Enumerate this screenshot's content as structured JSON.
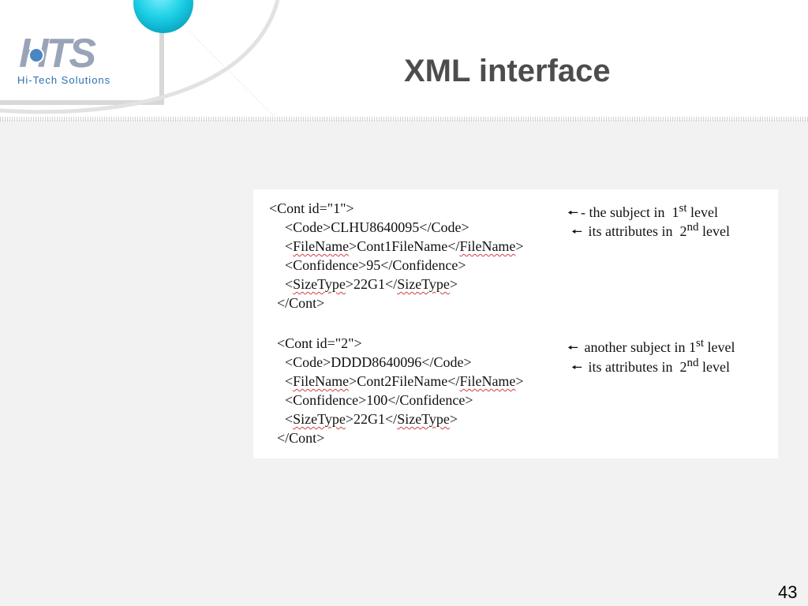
{
  "header": {
    "logo_text": "HTS",
    "logo_tagline": "Hi-Tech Solutions",
    "title": "XML interface"
  },
  "xml_block": {
    "first": {
      "open_prefix": "<Cont id=\"1\">",
      "code_line": "<Code>CLHU8640095</Code>",
      "filename_pre": "<",
      "filename_tag": "FileName",
      "filename_mid": ">Cont1FileName</",
      "filename_tag_close": "FileName",
      "filename_end": ">",
      "confidence_line": "<Confidence>95</Confidence>",
      "sizetype_pre": "<",
      "sizetype_tag": "SizeType",
      "sizetype_mid": ">22G1</",
      "sizetype_tag_close": "SizeType",
      "sizetype_end": ">",
      "close_line": "</Cont>"
    },
    "second": {
      "open_prefix": "<Cont id=\"2\">",
      "code_line": "<Code>DDDD8640096</Code>",
      "filename_pre": "<",
      "filename_tag": "FileName",
      "filename_mid": ">Cont2FileName</",
      "filename_tag_close": "FileName",
      "filename_end": ">",
      "confidence_line": "<Confidence>100</Confidence>",
      "sizetype_pre": "<",
      "sizetype_tag": "SizeType",
      "sizetype_mid": ">22G1</",
      "sizetype_tag_close": "SizeType",
      "sizetype_end": ">",
      "close_line": "</Cont>"
    }
  },
  "notes": {
    "n1_text": "- the subject in  1",
    "n1_sup": "st",
    "n1_tail": " level",
    "n2_text": "its attributes in  2",
    "n2_sup": "nd",
    "n2_tail": " level",
    "n3_text": "another subject in 1",
    "n3_sup": "st",
    "n3_tail": " level",
    "n4_text": "its attributes in  2",
    "n4_sup": "nd",
    "n4_tail": " level"
  },
  "footer": {
    "page_number": "43"
  }
}
